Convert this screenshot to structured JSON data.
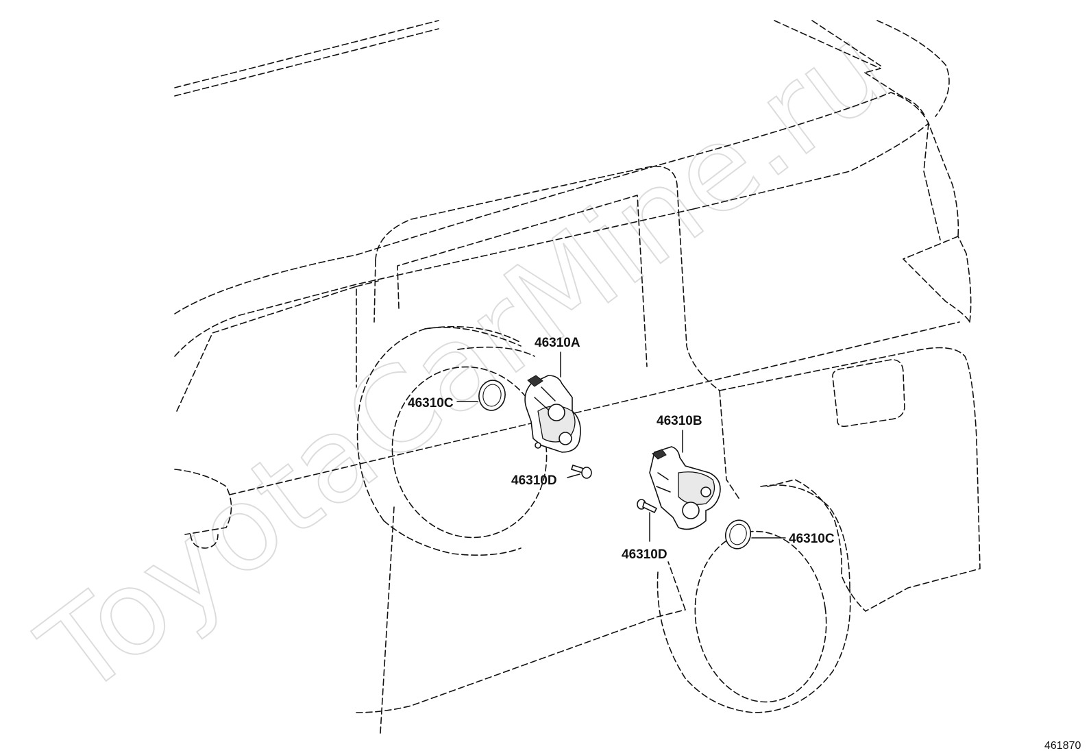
{
  "watermark": "ToyotaCarMine.ru",
  "figure_number": "461870",
  "callouts": {
    "part_a": "46310A",
    "part_b": "46310B",
    "seal_left": "46310C",
    "seal_right": "46310C",
    "bolt_left": "46310D",
    "bolt_right": "46310D"
  }
}
